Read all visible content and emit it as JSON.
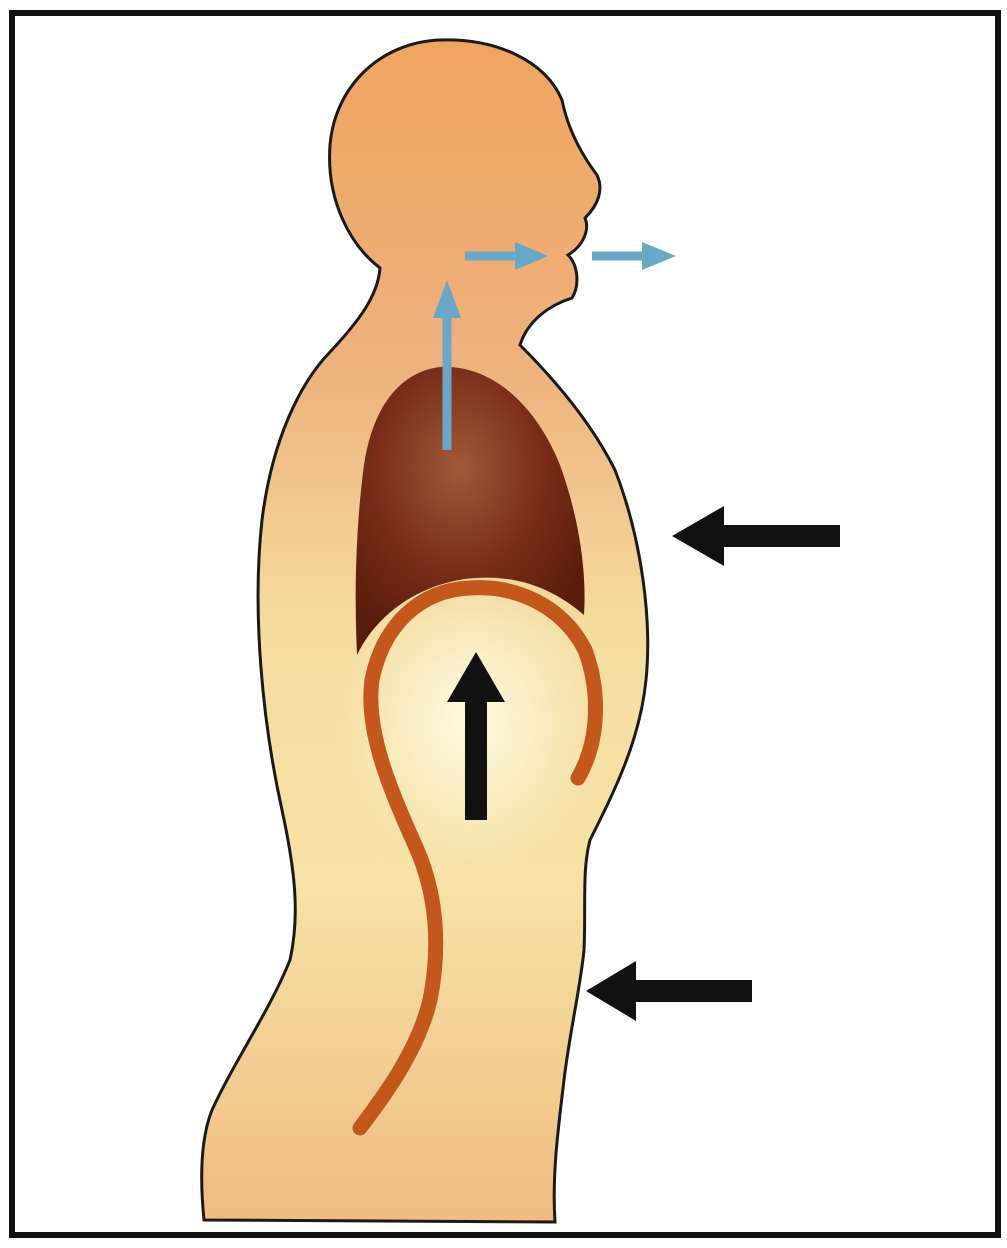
{
  "figure": {
    "subject": "exhalation-side-view",
    "colors": {
      "frame": "#111111",
      "background": "#ffffff",
      "skin_head": "#f0a460",
      "skin_neck": "#eeaa72",
      "torso_pale": "#f6e6a4",
      "lung": "#6e2612",
      "diaphragm": "#c4571c",
      "air_arrow": "#6aa6c6",
      "force_arrow": "#111111"
    },
    "arrows": [
      {
        "name": "air-up-arrow",
        "meaning": "air-flow"
      },
      {
        "name": "air-to-mouth-arrow",
        "meaning": "air-flow"
      },
      {
        "name": "air-out-arrow",
        "meaning": "air-flow"
      },
      {
        "name": "chest-inward-arrow",
        "meaning": "compression"
      },
      {
        "name": "diaphragm-up-arrow",
        "meaning": "diaphragm-rise"
      },
      {
        "name": "abdomen-inward-arrow",
        "meaning": "compression"
      }
    ]
  }
}
